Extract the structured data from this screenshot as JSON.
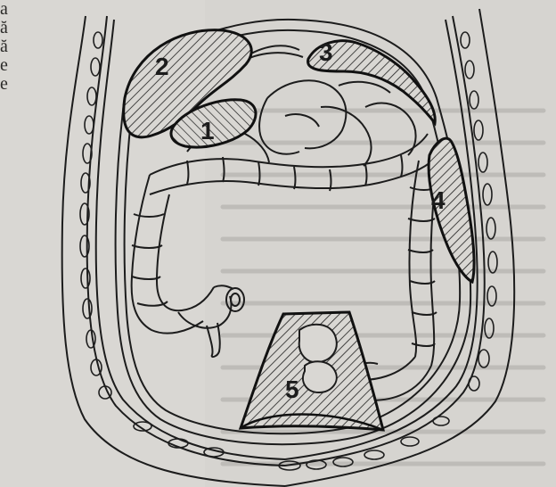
{
  "margin_letters": [
    "a",
    "ă",
    "ă",
    "e",
    "e"
  ],
  "regions": [
    {
      "label": "1"
    },
    {
      "label": "2"
    },
    {
      "label": "3"
    },
    {
      "label": "4"
    },
    {
      "label": "5"
    }
  ]
}
